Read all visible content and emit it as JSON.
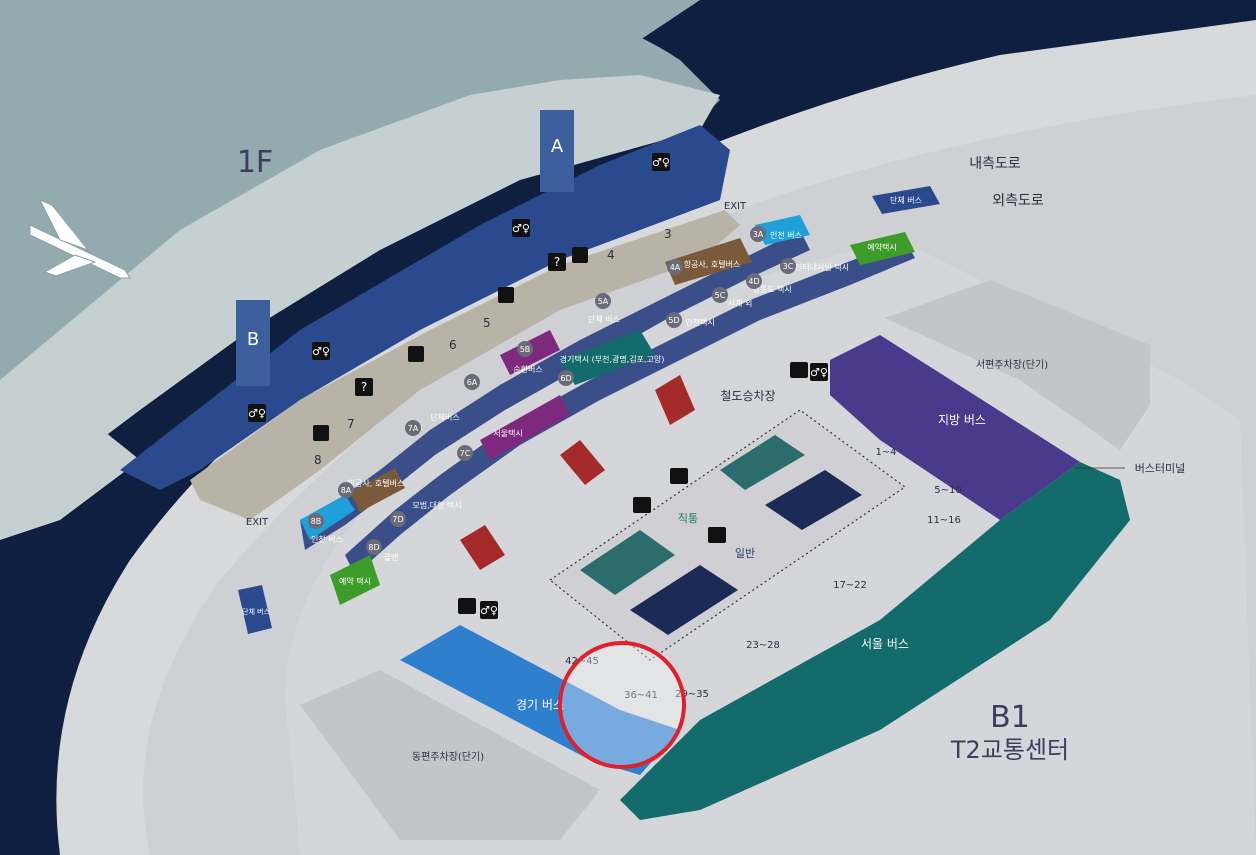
{
  "floors": {
    "upper": "1F",
    "lower": "B1",
    "lower_name": "T2교통센터"
  },
  "concourses": [
    "A",
    "B"
  ],
  "roads": {
    "inner": "내측도로",
    "outer": "외측도로"
  },
  "exits": {
    "right": "EXIT",
    "left": "EXIT"
  },
  "gate_numbers": [
    "3",
    "4",
    "5",
    "6",
    "7",
    "8"
  ],
  "stops_top": [
    {
      "code": "3A",
      "label": "인천 버스"
    },
    {
      "code": "3C",
      "label": "인터내셔널 택시"
    },
    {
      "code": "4A",
      "label": "항공사, 호텔버스"
    },
    {
      "code": "4D",
      "label": "영종도 택시"
    },
    {
      "code": "5C",
      "label": "시계 외"
    },
    {
      "code": "5A",
      "label": "단체 버스"
    },
    {
      "code": "5D",
      "label": "인천택시"
    },
    {
      "code": "5B",
      "label": "순환버스"
    },
    {
      "code": "6D",
      "label": "경기택시 (부천,광명,김포,고양)"
    },
    {
      "code": "6A",
      "label": ""
    },
    {
      "code": "7A",
      "label": "단체버스"
    },
    {
      "code": "7C",
      "label": "서울택시"
    },
    {
      "code": "7D",
      "label": "모범,대형 택시"
    },
    {
      "code": "8A",
      "label": "항공사, 호텔버스"
    },
    {
      "code": "8B",
      "label": "인천 버스"
    },
    {
      "code": "8D",
      "label": "콜밴"
    }
  ],
  "reservation_taxi": "예약택시",
  "reservation_taxi_left": "예약 택시",
  "group_bus": "단체 버스",
  "group_bus_left": "단체 버스",
  "basement": {
    "rail_station": "철도승차장",
    "express": "직통",
    "general": "일반",
    "bus_terminal": "버스터미널",
    "west_parking": "서편주차장(단기)",
    "east_parking": "동편주차장(단기)",
    "local_bus": "지방 버스",
    "seoul_bus": "서울 버스",
    "gyeonggi_bus": "경기 버스",
    "platforms": [
      "1~4",
      "5~10",
      "11~16",
      "17~22",
      "23~28",
      "29~35",
      "36~41",
      "42~45"
    ]
  },
  "highlight": {
    "label": "36~41",
    "color": "#e0202a"
  },
  "colors": {
    "water": "#93abaf",
    "apron": "#c9d2d2",
    "building": "#2c4a8c",
    "road_dark": "#1c2a4a",
    "curb": "#d8d8d8",
    "purple": "#4a3a8c",
    "teal": "#136b6b",
    "blue": "#2f7fcf",
    "green": "#3e9c2a",
    "magenta": "#7d2a7e",
    "brown": "#7a5a3a",
    "cyan": "#1ea0d8"
  }
}
